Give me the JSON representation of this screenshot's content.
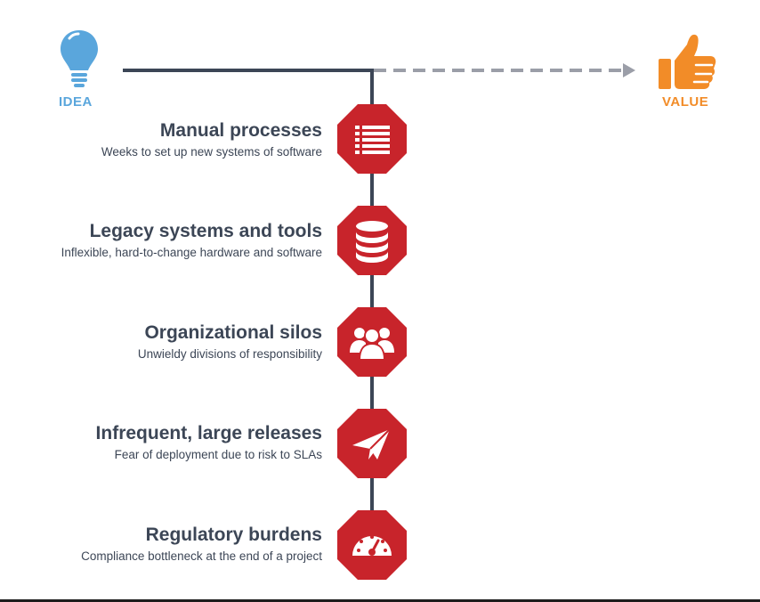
{
  "start": {
    "label": "IDEA",
    "icon": "lightbulb-icon",
    "color": "#5aa6dc"
  },
  "end": {
    "label": "VALUE",
    "icon": "thumbs-up-icon",
    "color": "#f28c28"
  },
  "colors": {
    "line": "#3c4656",
    "dashed": "#9b9ea8",
    "stop": "#c8242b",
    "text": "#3c4656"
  },
  "obstacles": [
    {
      "title": "Manual processes",
      "description": "Weeks to set up new systems of software",
      "icon": "list-icon"
    },
    {
      "title": "Legacy systems and tools",
      "description": "Inflexible, hard-to-change hardware and software",
      "icon": "database-icon"
    },
    {
      "title": "Organizational silos",
      "description": "Unwieldy divisions of responsibility",
      "icon": "people-icon"
    },
    {
      "title": "Infrequent, large releases",
      "description": "Fear of deployment due to risk to SLAs",
      "icon": "paper-plane-icon"
    },
    {
      "title": "Regulatory burdens",
      "description": "Compliance bottleneck at the end of a project",
      "icon": "gauge-icon"
    }
  ]
}
